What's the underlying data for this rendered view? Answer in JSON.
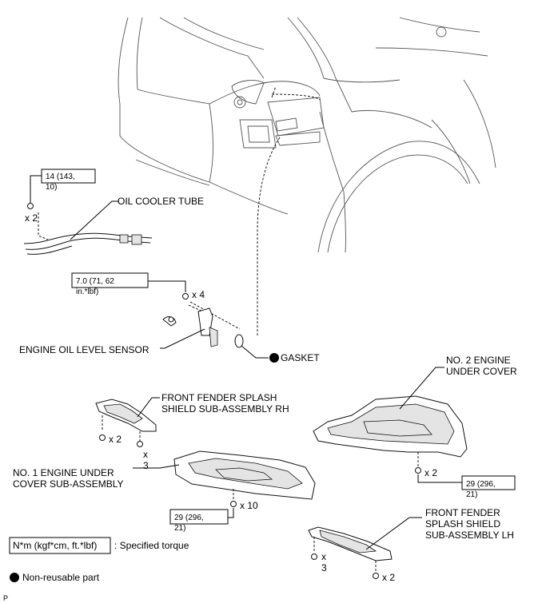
{
  "labels": {
    "oil_cooler_tube": "OIL COOLER TUBE",
    "engine_oil_level_sensor": "ENGINE OIL LEVEL SENSOR",
    "gasket": "GASKET",
    "no2_under_cover_1": "NO. 2 ENGINE",
    "no2_under_cover_2": "UNDER COVER",
    "fender_rh_1": "FRONT FENDER SPLASH",
    "fender_rh_2": "SHIELD SUB-ASSEMBLY RH",
    "no1_under_cover_1": "NO. 1 ENGINE UNDER",
    "no1_under_cover_2": "COVER SUB-ASSEMBLY",
    "fender_lh_1": "FRONT FENDER",
    "fender_lh_2": "SPLASH SHIELD",
    "fender_lh_3": "SUB-ASSEMBLY LH"
  },
  "torques": {
    "t1_line1": "14 (143,",
    "t1_line2": "10)",
    "t2_line1": "7.0 (71, 62",
    "t2_line2": "in.*lbf)",
    "t3_line1": "29 (296,",
    "t3_line2": "21)",
    "t4_line1": "29 (296,",
    "t4_line2": "21)"
  },
  "quantities": {
    "q_tube": "x 2",
    "q_sensor": "x 4",
    "q_rh_a": "x 2",
    "q_rh_b1": "x",
    "q_rh_b2": "3",
    "q_no2": "x 2",
    "q_no1": "x 10",
    "q_lh_a1": "x",
    "q_lh_a2": "3",
    "q_lh_b": "x 2"
  },
  "legend": {
    "torque_unit": "N*m (kgf*cm, ft.*lbf)",
    "torque_desc": ": Specified torque",
    "nonreusable": "Non-reusable part"
  },
  "footer": {
    "code": "P"
  }
}
